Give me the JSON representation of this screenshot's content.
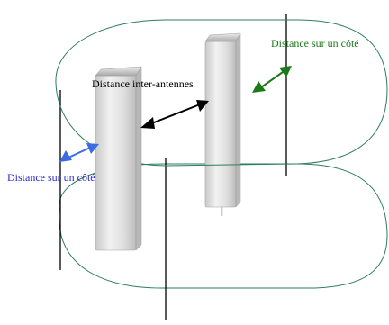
{
  "labels": {
    "inter_antennas": "Distance inter-antennes",
    "side_right": "Distance sur un côté",
    "side_left": "Distance sur un côté"
  },
  "colors": {
    "outline": "#2e7d5b",
    "frame": "#000000",
    "arrow_inter": "#000000",
    "arrow_right": "#1a7a1a",
    "arrow_left": "#3a6be0",
    "label_inter": "#000000",
    "label_right": "#1a7a1a",
    "label_left": "#2a2ad0"
  }
}
